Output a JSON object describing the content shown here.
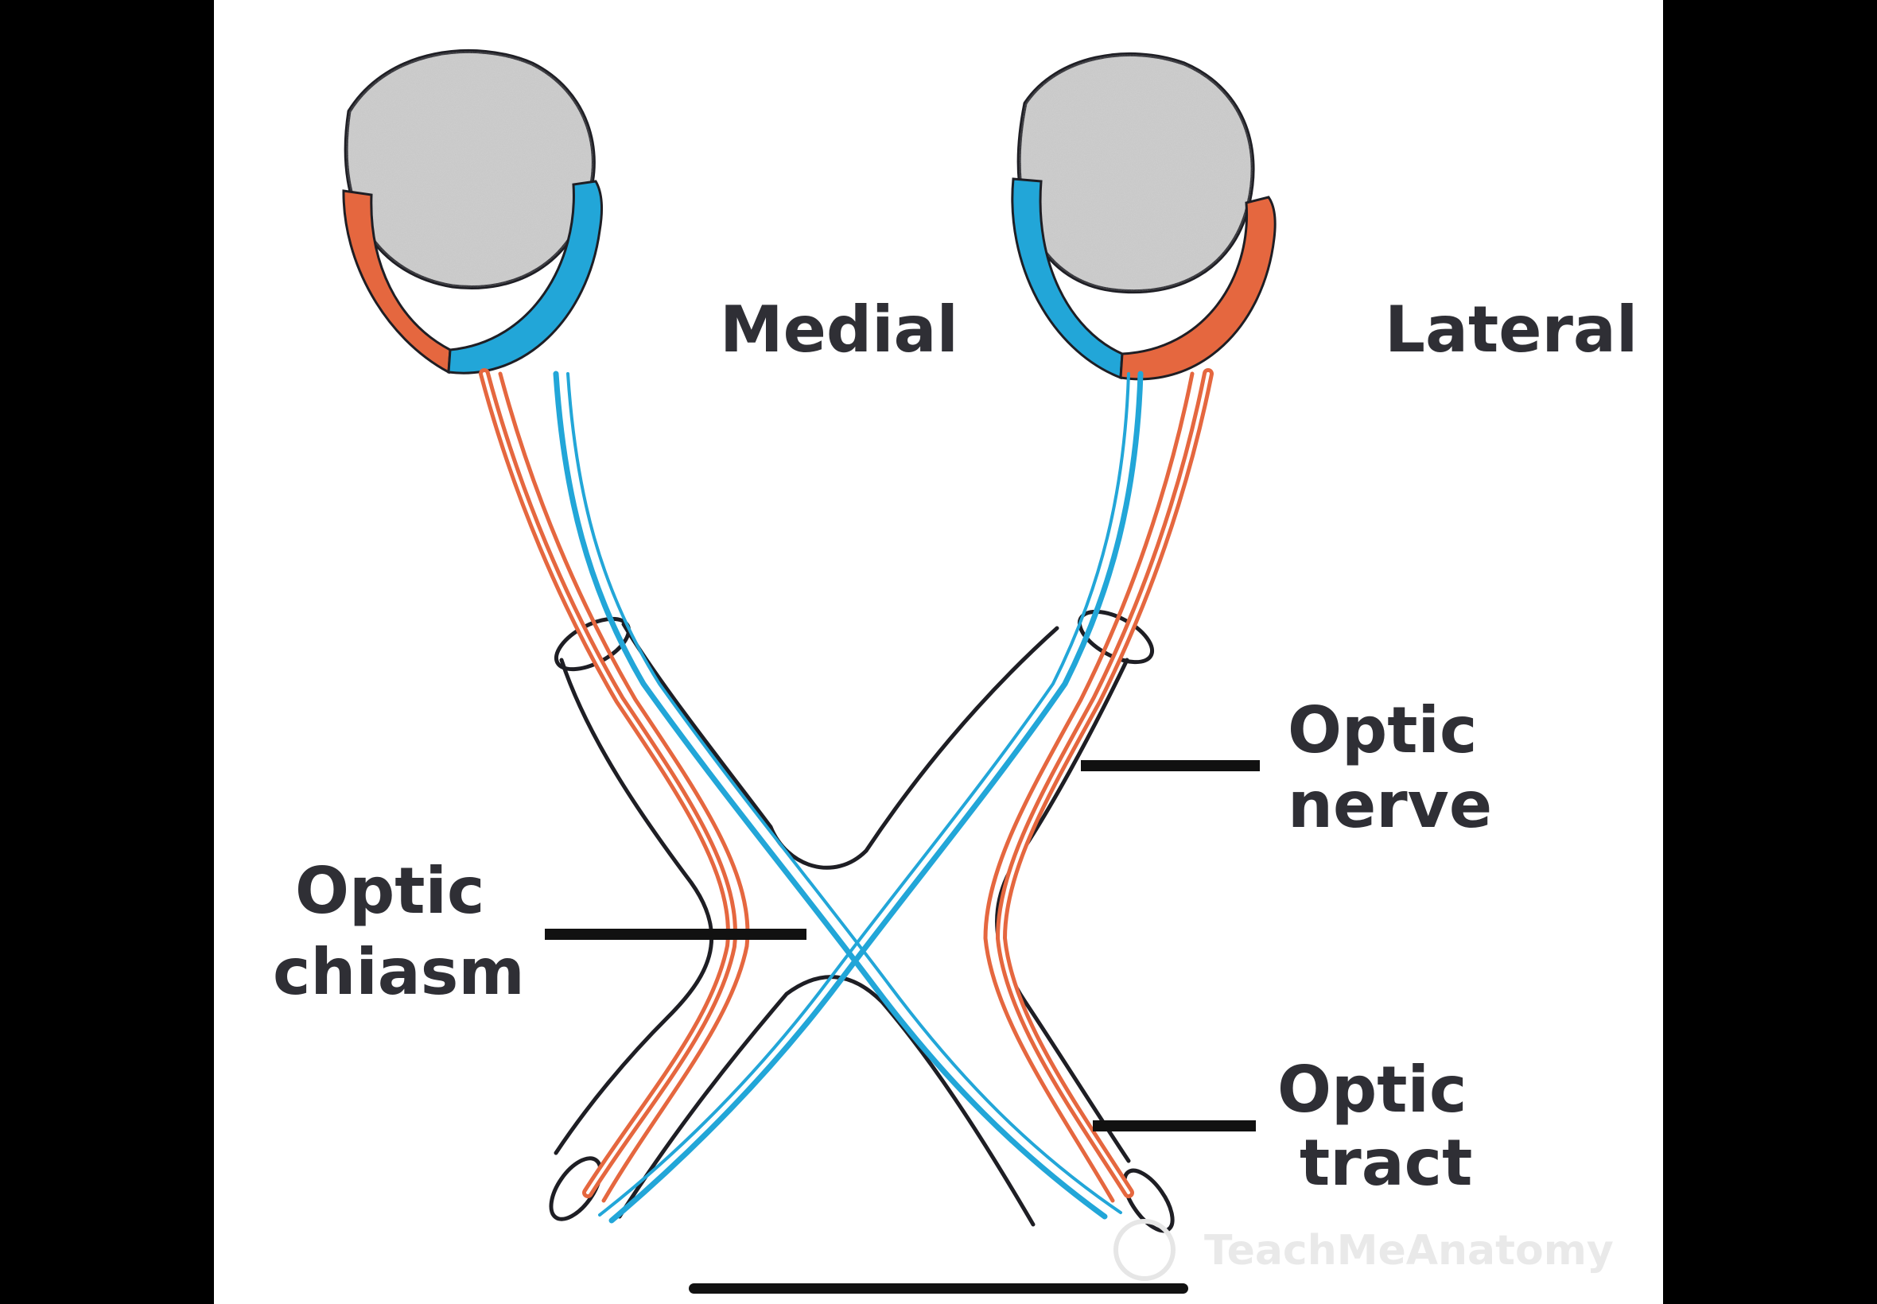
{
  "diagram": {
    "labels": {
      "medial": "Medial",
      "lateral": "Lateral",
      "optic_chiasm_line1": "Optic",
      "optic_chiasm_line2": "chiasm",
      "optic_nerve_line1": "Optic",
      "optic_nerve_line2": "nerve",
      "optic_tract_line1": "Optic",
      "optic_tract_line2": "tract"
    },
    "watermark_text": "TeachMeAnatomy",
    "colors": {
      "temporal_fibers": "#e5673f",
      "nasal_fibers": "#22a6d8",
      "eyeball_fill": "#c6c6c6",
      "outline": "#1e1e24",
      "label_text": "#2f2f35",
      "background": "#ffffff"
    }
  },
  "ui": {
    "top_menu_icon": "more-dots-icon",
    "home_indicator": "home-indicator-bar"
  }
}
